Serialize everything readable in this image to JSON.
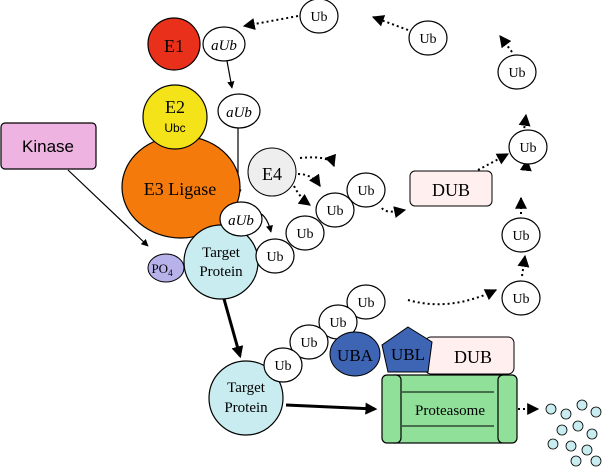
{
  "labels": {
    "e1": "E1",
    "e1_aub": "aUb",
    "e2": "E2",
    "e2_sub": "Ubc",
    "e2_aub": "aUb",
    "kinase": "Kinase",
    "e3": "E3 Ligase",
    "e3_aub": "aUb",
    "e4": "E4",
    "po4_main": "PO",
    "po4_sub": "4",
    "target1_line1": "Target",
    "target1_line2": "Protein",
    "target2_line1": "Target",
    "target2_line2": "Protein",
    "dub_top": "DUB",
    "dub_bottom": "DUB",
    "uba": "UBA",
    "ubl": "UBL",
    "proteasome": "Proteasome"
  },
  "ub_label": "Ub",
  "colors": {
    "e1": "#e8301a",
    "e2": "#f5e31a",
    "kinase": "#eeb3e1",
    "e3": "#f37a0b",
    "e4": "#eeeeee",
    "target": "#c8ecef",
    "po4": "#b7b2ea",
    "dub": "#fff0ef",
    "uba": "#3e64b4",
    "ubl": "#3e64b4",
    "proteasome": "#90e09a",
    "dot": "#c8ecef"
  }
}
